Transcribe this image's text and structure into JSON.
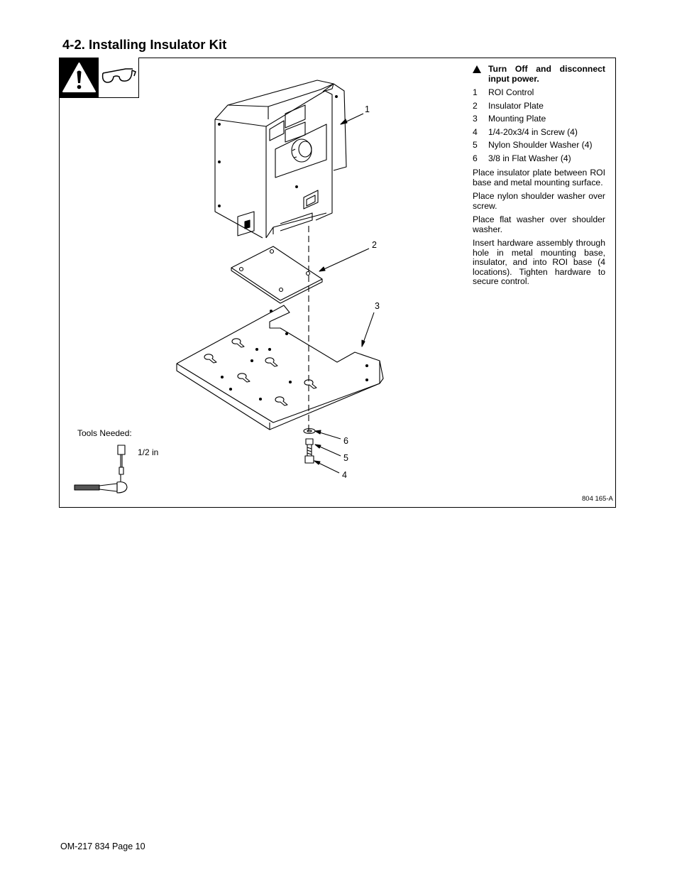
{
  "page": {
    "title": "4-2. Installing Insulator Kit",
    "footer": "OM-217 834 Page 10"
  },
  "safety": {
    "warning_icon": "warning-triangle-icon",
    "eye_icon": "safety-glasses-icon"
  },
  "instructions": {
    "warning": "Turn Off and disconnect input power.",
    "parts": [
      {
        "num": "1",
        "label": "ROI Control"
      },
      {
        "num": "2",
        "label": "Insulator Plate"
      },
      {
        "num": "3",
        "label": "Mounting Plate"
      },
      {
        "num": "4",
        "label": "1/4-20x3/4 in Screw (4)"
      },
      {
        "num": "5",
        "label": "Nylon Shoulder Washer (4)"
      },
      {
        "num": "6",
        "label": "3/8 in Flat Washer (4)"
      }
    ],
    "steps": [
      "Place insulator plate between ROI base and metal mounting surface.",
      "Place nylon shoulder washer over screw.",
      "Place flat washer over shoulder washer.",
      "Insert hardware assembly through hole in metal mounting base, insulator, and into ROI base (4 locations). Tighten hardware to secure control."
    ]
  },
  "diagram": {
    "callouts": [
      "1",
      "2",
      "3",
      "6",
      "5",
      "4"
    ],
    "tools_label": "Tools Needed:",
    "tool_size": "1/2 in",
    "drawing_number": "804 165-A"
  }
}
